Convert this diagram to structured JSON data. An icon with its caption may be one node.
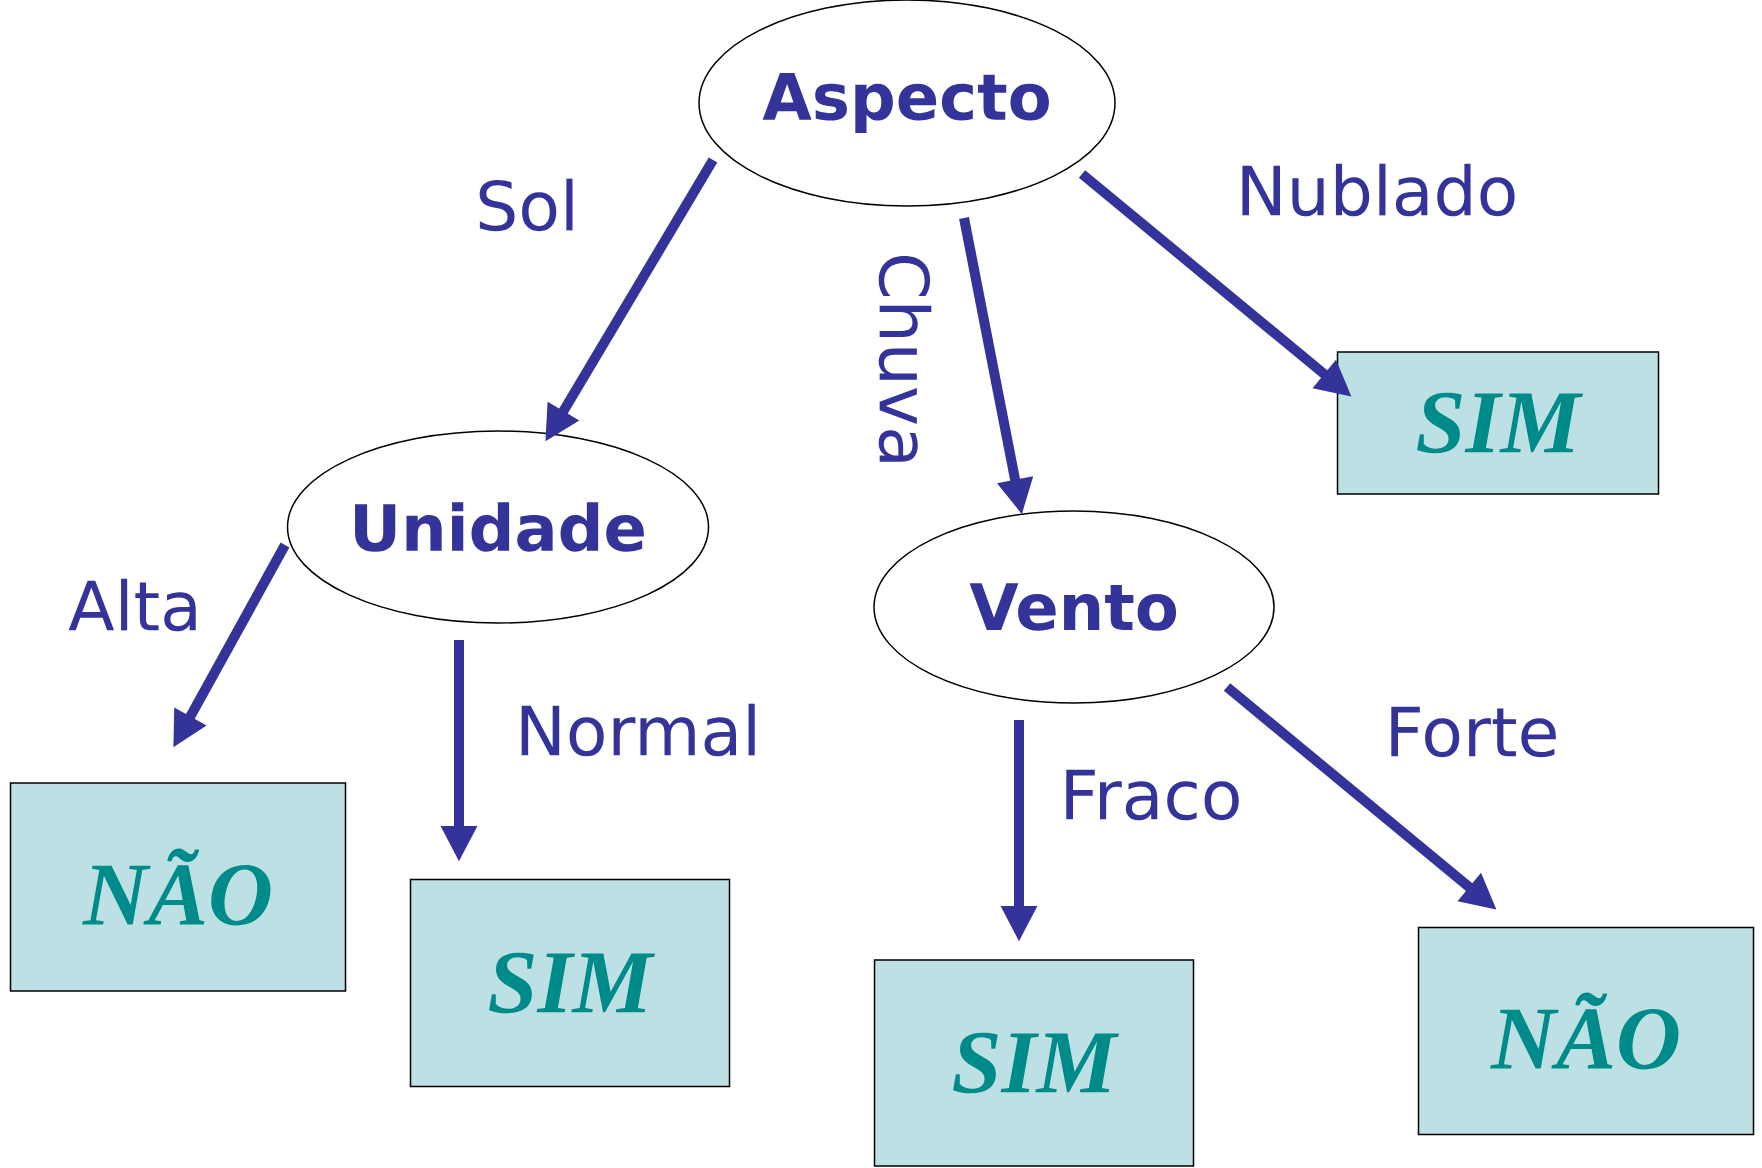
{
  "diagram": {
    "nodes": [
      {
        "text": [
          "Aspecto"
        ]
      },
      {
        "text": [
          "Unidade"
        ]
      },
      {
        "text": [
          "Vento"
        ]
      },
      {
        "text": [
          "SIM"
        ]
      },
      {
        "text": [
          "NÃO"
        ]
      },
      {
        "text": [
          "SIM"
        ]
      },
      {
        "text": [
          "SIM"
        ]
      },
      {
        "text": [
          "NÃO"
        ]
      }
    ],
    "edges": [
      {
        "from": 0,
        "to": 1,
        "arrow": "to",
        "label": "Sol"
      },
      {
        "from": 0,
        "to": 2,
        "arrow": "to",
        "label": "Chuva"
      },
      {
        "from": 0,
        "to": 3,
        "arrow": "to",
        "label": "Nublado"
      },
      {
        "from": 1,
        "to": 4,
        "arrow": "to",
        "label": "Alta"
      },
      {
        "from": 1,
        "to": 5,
        "arrow": "to",
        "label": "Normal"
      },
      {
        "from": 2,
        "to": 6,
        "arrow": "to",
        "label": "Fraco"
      },
      {
        "from": 2,
        "to": 7,
        "arrow": "to",
        "label": "Forte"
      }
    ]
  }
}
